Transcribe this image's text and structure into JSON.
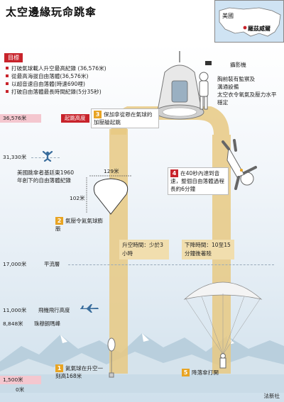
{
  "title": "太空邊緣玩命跳傘",
  "map": {
    "country": "美國",
    "place": "羅茲威爾"
  },
  "goals": {
    "heading": "目標",
    "items": [
      "打破氣球載人升空最高紀錄 (36,576米)",
      "從最高海拔自由落體(36,576米)",
      "以超音速自由落體(時速690哩)",
      "打破自由落體最長時間紀錄(5分35秒)"
    ]
  },
  "capsule_labels": {
    "camera": "攝影機",
    "chest": "胸前裝有監察及溝通設備",
    "suit": "太空衣令氧氣及壓力水平穩定"
  },
  "altitudes": {
    "a36576": "36,576米",
    "a31330": "31,330米",
    "a17000": "17,000米",
    "a11000": "11,000米",
    "a8848": "8,848米",
    "a1500": "1,500米",
    "a0": "0米"
  },
  "altitude_names": {
    "jump": "起跳高度",
    "stratosphere": "平流層",
    "airliner": "飛機飛行高度",
    "everest": "珠穆朗瑪峰"
  },
  "record_1960": "美國跳傘者基廷東1960年創下的自由落體紀錄",
  "balloon": {
    "width": "129米",
    "height": "102米"
  },
  "steps": {
    "s1": {
      "num": "1",
      "text": "氦氣球在升空一刻高168米"
    },
    "s2": {
      "num": "2",
      "text": "氣壓令氦氣球膨脹"
    },
    "s3": {
      "num": "3",
      "text": "保加拿從懸在氣球的加壓艙起跳"
    },
    "s4": {
      "num": "4",
      "text": "在40秒內達到音速，整個自由落體過程長約6分鐘"
    },
    "s5": {
      "num": "5",
      "text": "降落傘打開"
    }
  },
  "ascent_time": "升空時間：少於3小時",
  "descent_time": "下降時間：10至15分鐘後著陸",
  "source": "法新社",
  "colors": {
    "red": "#c8232b",
    "orange": "#e8a423",
    "band": "#e7c982",
    "pink": "#f4c7cf"
  }
}
